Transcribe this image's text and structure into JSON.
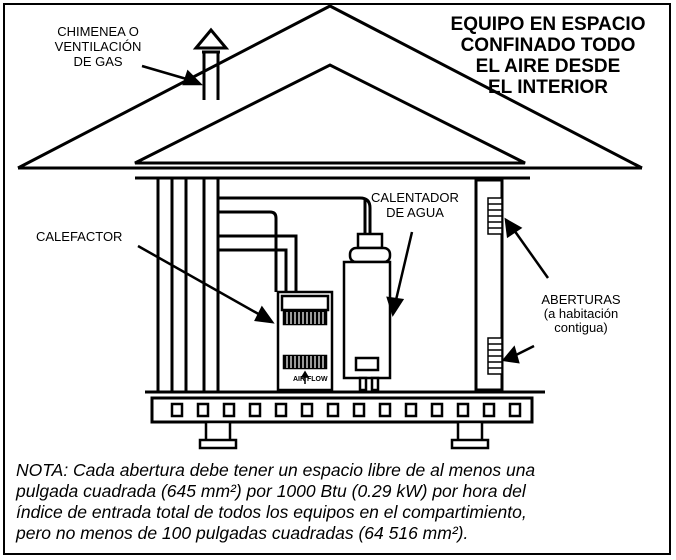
{
  "title": {
    "lines": [
      "EQUIPO EN ESPACIO",
      "CONFINADO TODO",
      "EL AIRE DESDE",
      "EL INTERIOR"
    ]
  },
  "labels": {
    "chimney": [
      "CHIMENEA O",
      "VENTILACIÓN",
      "DE GAS"
    ],
    "furnace": "CALEFACTOR",
    "water_heater": [
      "CALENTADOR",
      "DE AGUA"
    ],
    "openings": [
      "ABERTURAS",
      "(a habitación",
      "contigua)"
    ],
    "air_flow": "AIR FLOW"
  },
  "note": {
    "lines": [
      "NOTA: Cada abertura debe tener un espacio libre de al menos una",
      "pulgada cuadrada (645 mm²) por 1000 Btu (0.29 kW) por hora del",
      "índice de entrada total de todos los equipos en el compartimiento,",
      "pero no menos de 100 pulgadas cuadradas (64 516 mm²)."
    ]
  }
}
